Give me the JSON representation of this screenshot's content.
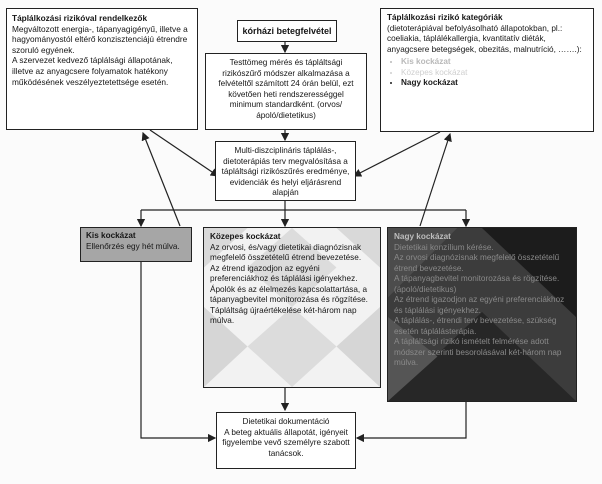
{
  "left_box": {
    "title": "Táplálkozási rizikóval rendelkezők",
    "para1": "Megváltozott energia-, tápanyagigényű, illetve a hagyományostól eltérő konzisztenciájú étrendre szoruló egyének.",
    "para2": "A szervezet kedvező táplálsági állapotának, illetve az anyagcsere folyamatok hatékony működésének veszélyeztetettsége esetén."
  },
  "admission_box": {
    "label": "kórházi betegfelvétel"
  },
  "screening_box": {
    "text": "Testtömeg mérés és tápláltsági rizikószűrő módszer alkalmazása a felvételtől számított 24 órán belül, ezt követően heti rendszerességgel minimum standardként. (orvos/ápoló/dietetikus)"
  },
  "right_box": {
    "title": "Táplálkozási rizikó kategóriák",
    "desc": "(dietoterápiával befolyásolható állapotokban, pl.: coeliakia, táplálékallergia, kvantitatív diéták, anyagcsere betegségek, obezitás, malnutríció, …….):",
    "categories": [
      {
        "label": "Kis kockázat",
        "color": "#b9b9b9"
      },
      {
        "label": "Közepes kockázat",
        "color": "#cfcfcf"
      },
      {
        "label": "Nagy kockázat",
        "color": "#1a1a1a"
      }
    ]
  },
  "plan_box": {
    "text": "Multi-diszciplináris táplálás-, dietoterápiás terv megvalósítása a tápláltsági rizikószűrés eredménye, evidenciák és helyi eljárásrend alapján"
  },
  "low_risk_box": {
    "title": "Kis kockázat",
    "text": "Ellenőrzés egy hét múlva."
  },
  "medium_risk_box": {
    "title": "Közepes kockázat",
    "p1": "Az orvosi, és/vagy dietetikai diagnózisnak megfelelő összetételű étrend bevezetése.",
    "p2": "Az étrend igazodjon az egyéni preferenciákhoz és táplálási igényekhez.",
    "p3": "Ápolók és az élelmezés kapcsolattartása, a tápanyagbevitel monitorozása és rögzítése.",
    "p4": "Tápláltság újraértékelése két-három nap múlva."
  },
  "high_risk_box": {
    "title": "Nagy kockázat",
    "p1": "Dietetikai konzílium kérése.",
    "p2": "Az orvosi diagnózisnak megfelelő összetételű étrend bevezetése.",
    "p3": "A tápanyagbevitel monitorozása és rögzítése. (ápoló/dietetikus)",
    "p4": "Az étrend igazodjon az egyéni preferenciákhoz és táplálási igényekhez.",
    "p5": "A táplálás-, étrendi terv bevezetése, szükség esetén táplálásterápia.",
    "p6": "A tápláltsági rizikó ismételt felmérése adott módszer szerinti besorolásával két-három nap múlva."
  },
  "documentation_box": {
    "title": "Dietetikai dokumentáció",
    "text": "A beteg aktuális állapotát, igényeit figyelembe vevő személyre szabott tanácsok."
  }
}
